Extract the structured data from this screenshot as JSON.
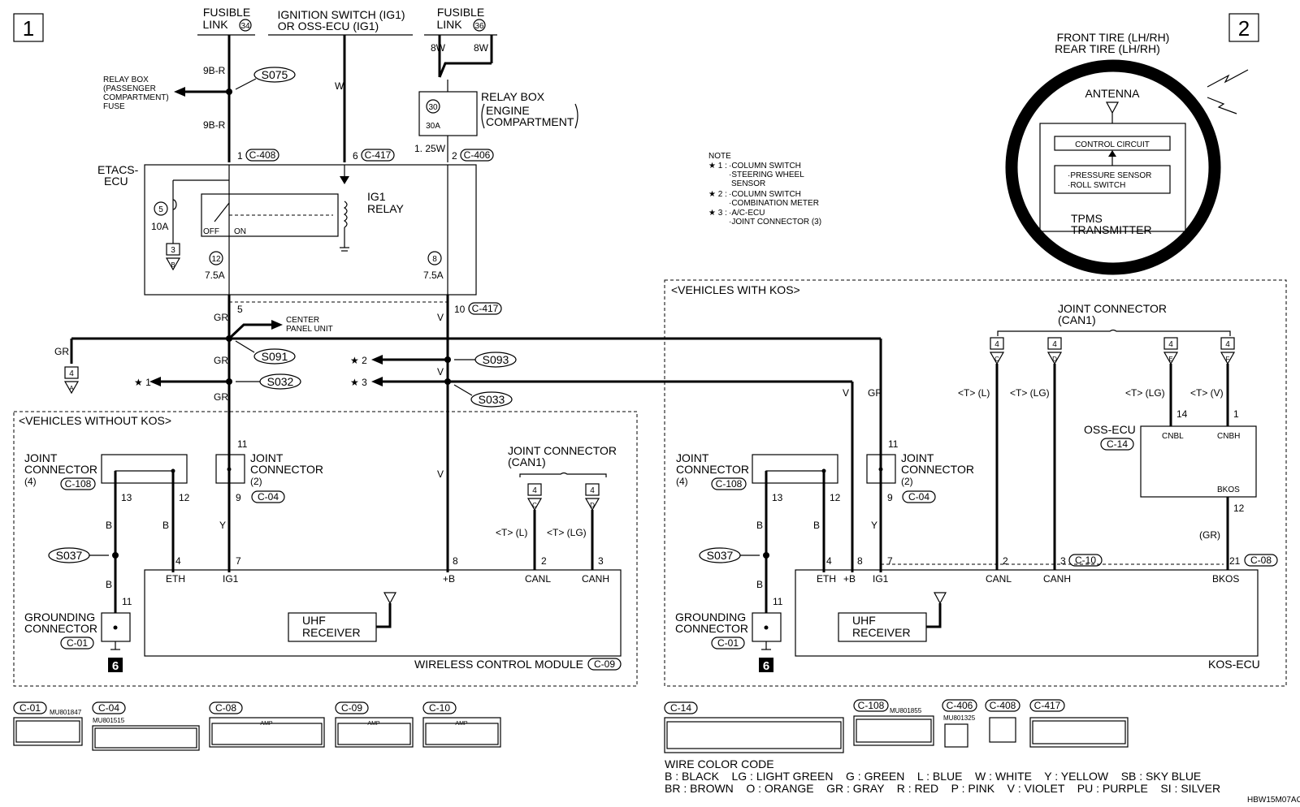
{
  "page_numbers": {
    "left": "1",
    "right": "2"
  },
  "diagram_code": "HBW15M07AC",
  "top_labels": {
    "fusible_34_line1": "FUSIBLE",
    "fusible_34_line2": "LINK",
    "fusible_34_num": "34",
    "ign_line1": "IGNITION SWITCH (IG1)",
    "ign_line2": "OR OSS-ECU (IG1)",
    "fusible_36_line1": "FUSIBLE",
    "fusible_36_line2": "LINK",
    "fusible_36_num": "36"
  },
  "relay_box_passenger": [
    "RELAY BOX",
    "(PASSENGER",
    "COMPARTMENT)",
    "FUSE"
  ],
  "relay_box_engine": {
    "line1": "RELAY BOX",
    "line2": "ENGINE",
    "line3": "COMPARTMENT",
    "fuse_num": "30",
    "fuse_amp": "30A"
  },
  "wires": {
    "w9br": "9B-R",
    "w": "W",
    "w8": "8W",
    "w125": "1. 25W",
    "gr": "GR",
    "v": "V",
    "b": "B",
    "y": "Y",
    "gr_paren": "(GR)"
  },
  "splices": {
    "s075": "S075",
    "s091": "S091",
    "s032": "S032",
    "s093": "S093",
    "s033": "S033",
    "s037": "S037"
  },
  "etacs": {
    "name_line1": "ETACS-",
    "name_line2": "ECU",
    "relay_line1": "IG1",
    "relay_line2": "RELAY",
    "off": "OFF",
    "on": "ON",
    "fuse5": "5",
    "fuse5_amp": "10A",
    "fuse12": "12",
    "fuse12_amp": "7.5A",
    "fuse8": "8",
    "fuse8_amp": "7.5A",
    "ref3": "3",
    "ref3_letter": "B"
  },
  "pins": {
    "p1": "1",
    "p6": "6",
    "p2": "2",
    "p5": "5",
    "p10": "10",
    "p11": "11",
    "p9": "9",
    "p13": "13",
    "p12": "12",
    "p4": "4",
    "p7": "7",
    "p8": "8",
    "p3": "3",
    "p14": "14",
    "p21": "21"
  },
  "connectors": {
    "c408": "C-408",
    "c417": "C-417",
    "c406": "C-406",
    "c108": "C-108",
    "c04": "C-04",
    "c01": "C-01",
    "c09": "C-09",
    "c10": "C-10",
    "c14": "C-14",
    "c08": "C-08"
  },
  "center_panel": [
    "CENTER",
    "PANEL UNIT"
  ],
  "stars": {
    "s1": "★ 1",
    "s2": "★ 2",
    "s3": "★ 3"
  },
  "ref_gr": {
    "num": "4",
    "letter": "A"
  },
  "note": {
    "title": "NOTE",
    "s1": "★ 1 :",
    "s1_items": [
      "·COLUMN SWITCH",
      "·STEERING WHEEL",
      "SENSOR"
    ],
    "s2": "★ 2 :",
    "s2_items": [
      "·COLUMN SWITCH",
      "·COMBINATION METER"
    ],
    "s3": "★ 3 :",
    "s3_items": [
      "·A/C-ECU",
      "·JOINT CONNECTOR (3)"
    ]
  },
  "tpms": {
    "tire_line1": "FRONT TIRE (LH/RH)",
    "tire_line2": "REAR TIRE (LH/RH)",
    "antenna": "ANTENNA",
    "control": "CONTROL CIRCUIT",
    "sensor1": "·PRESSURE SENSOR",
    "sensor2": "·ROLL SWITCH",
    "name1": "TPMS",
    "name2": "TRANSMITTER"
  },
  "without_kos": {
    "title": "<VEHICLES WITHOUT KOS>",
    "jc4": [
      "JOINT",
      "CONNECTOR",
      "(4)"
    ],
    "jc2": [
      "JOINT",
      "CONNECTOR",
      "(2)"
    ],
    "jc_can1": [
      "JOINT CONNECTOR",
      "(CAN1)"
    ],
    "ground": [
      "GROUNDING",
      "CONNECTOR"
    ],
    "ground_num": "6",
    "module_name": "WIRELESS CONTROL MODULE",
    "uhf": [
      "UHF",
      "RECEIVER"
    ],
    "terms": {
      "eth": "ETH",
      "ig1": "IG1",
      "b": "+B",
      "canl": "CANL",
      "canh": "CANH"
    },
    "can_refs": [
      {
        "num": "4",
        "letter": "C"
      },
      {
        "num": "4",
        "letter": "D"
      }
    ],
    "can_wires": {
      "l": "<T> (L)",
      "lg": "<T> (LG)"
    }
  },
  "with_kos": {
    "title": "<VEHICLES WITH KOS>",
    "jc_can1": [
      "JOINT CONNECTOR",
      "(CAN1)"
    ],
    "can_refs": [
      {
        "num": "4",
        "letter": "C"
      },
      {
        "num": "4",
        "letter": "D"
      },
      {
        "num": "4",
        "letter": "E"
      },
      {
        "num": "4",
        "letter": "F"
      }
    ],
    "can_wires": {
      "l": "<T> (L)",
      "lg": "<T> (LG)",
      "lg2": "<T> (LG)",
      "v": "<T> (V)"
    },
    "oss": {
      "name": "OSS-ECU",
      "cnbl": "CNBL",
      "cnbh": "CNBH",
      "bkos": "BKOS"
    },
    "module_name": "KOS-ECU",
    "terms": {
      "eth": "ETH",
      "b": "+B",
      "ig1": "IG1",
      "canl": "CANL",
      "canh": "CANH",
      "bkos": "BKOS"
    }
  },
  "bottom_connectors": {
    "c01": {
      "label": "C-01",
      "part": "MU801847"
    },
    "c04": {
      "label": "C-04",
      "part": "MU801515"
    },
    "c08": {
      "label": "C-08",
      "tag": "AMP"
    },
    "c09": {
      "label": "C-09",
      "tag": "AMP"
    },
    "c10": {
      "label": "C-10",
      "tag": "AMP"
    },
    "c14": {
      "label": "C-14"
    },
    "c108": {
      "label": "C-108",
      "part": "MU801855"
    },
    "c406": {
      "label": "C-406",
      "part": "MU801325"
    },
    "c408": {
      "label": "C-408"
    },
    "c417": {
      "label": "C-417"
    }
  },
  "wire_color_code": {
    "title": "WIRE COLOR CODE",
    "row1": "B : BLACK    LG : LIGHT GREEN    G : GREEN    L : BLUE    W : WHITE    Y : YELLOW    SB : SKY BLUE",
    "row2": "BR : BROWN    O : ORANGE    GR : GRAY    R : RED    P : PINK    V : VIOLET    PU : PURPLE    SI : SILVER"
  }
}
